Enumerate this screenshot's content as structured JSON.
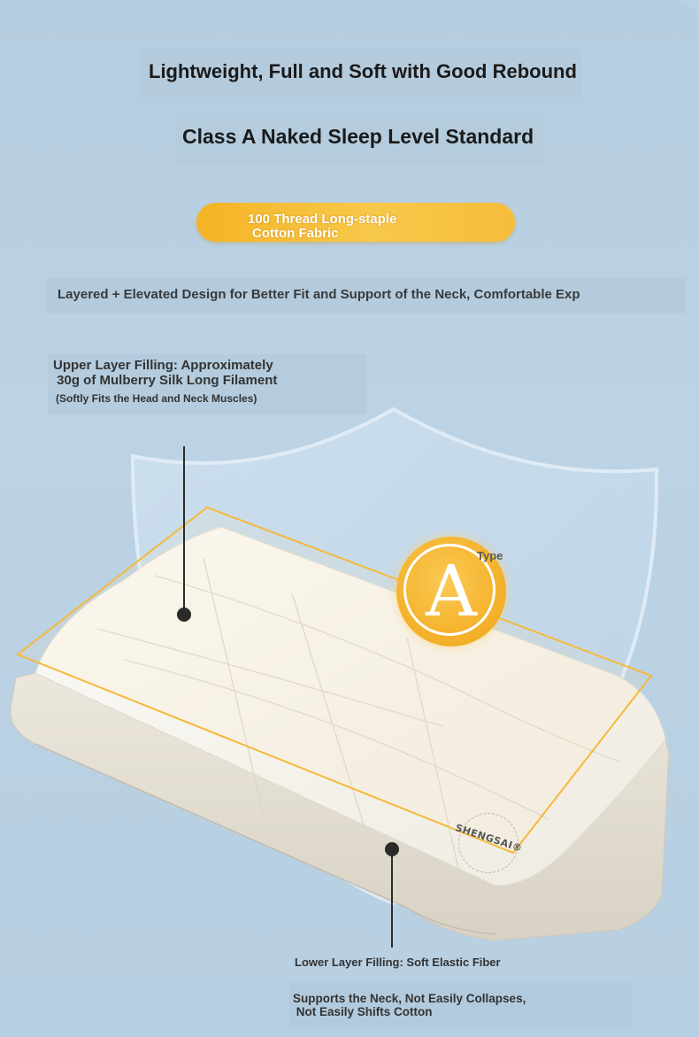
{
  "headline": {
    "line1": "Lightweight, Full and Soft with Good Rebound",
    "line2": "Class A Naked Sleep Level Standard"
  },
  "fabric_pill": {
    "line1": "100 Thread Long-staple",
    "line2": "Cotton Fabric"
  },
  "design_banner": "Layered + Elevated Design for Better Fit and Support of the Neck, Comfortable Exp",
  "upper_layer": {
    "title_line1": "Upper Layer Filling: Approximately",
    "title_line2": " 30g of Mulberry Silk Long Filament",
    "subtitle": "(Softly Fits the Head and Neck Muscles)"
  },
  "badge": {
    "letter": "A",
    "label": "Type"
  },
  "stamp_text": "SHENGSAI®",
  "lower_layer": {
    "title": "Lower Layer Filling: Soft Elastic Fiber",
    "sub_line1": "Supports the Neck, Not Easily Collapses,",
    "sub_line2": " Not Easily Shifts Cotton"
  },
  "colors": {
    "background": "#b9d1e3",
    "accent_orange": "#f4b12a",
    "text_dark": "#1a1a1a",
    "pillow_white": "#f4f1ea"
  },
  "icons": [
    "shield-outline-icon",
    "grade-a-badge-icon",
    "leader-dot-icon"
  ]
}
